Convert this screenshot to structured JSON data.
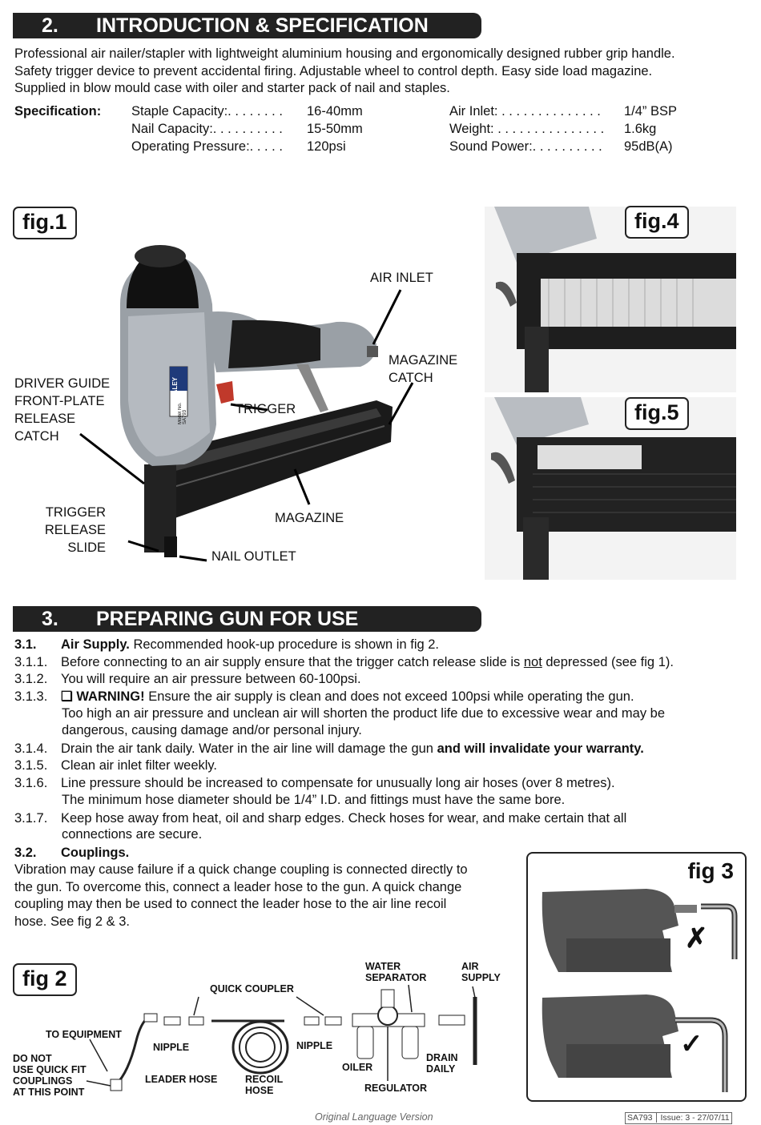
{
  "section2": {
    "number": "2.",
    "title": "INTRODUCTION & SPECIFICATION",
    "intro": [
      "Professional air nailer/stapler with lightweight aluminium housing and ergonomically designed rubber grip handle.",
      "Safety trigger device to prevent accidental firing. Adjustable wheel to control depth. Easy side load magazine.",
      "Supplied in blow mould case with oiler and starter pack of nail and staples."
    ],
    "spec_label": "Specification:",
    "specs_left": [
      {
        "label": "Staple Capacity:. . . . . . . .",
        "value": "16-40mm"
      },
      {
        "label": "Nail Capacity:. . . . . . . . . .",
        "value": "15-50mm"
      },
      {
        "label": "Operating Pressure:. . . . .",
        "value": "120psi"
      }
    ],
    "specs_right": [
      {
        "label": "Air Inlet:  . . . . . . . . . . . . . .",
        "value": "1/4” BSP"
      },
      {
        "label": "Weight: . . . . . . . . . . . . . . .",
        "value": "1.6kg"
      },
      {
        "label": "Sound Power:. . . . . . . . . .",
        "value": "95dB(A)"
      }
    ]
  },
  "fig1": {
    "label": "fig.1",
    "callouts": {
      "air_inlet": "AIR INLET",
      "magazine_catch": [
        "MAGAZINE",
        "CATCH"
      ],
      "driver_guide": [
        "DRIVER GUIDE",
        "FRONT-PLATE",
        "RELEASE",
        "CATCH"
      ],
      "trigger": "TRIGGER",
      "trigger_release": [
        "TRIGGER",
        "RELEASE",
        "SLIDE"
      ],
      "magazine": "MAGAZINE",
      "nail_outlet": "NAIL OUTLET"
    },
    "brand_text": "SEALEY",
    "model_text": "Model No. SA793"
  },
  "fig4": {
    "label": "fig.4"
  },
  "fig5": {
    "label": "fig.5"
  },
  "section3": {
    "number": "3.",
    "title": "PREPARING GUN  FOR USE",
    "steps": [
      {
        "n": "3.1.",
        "bold": "Air Supply.",
        "text": " Recommended hook-up procedure is shown in fig 2."
      },
      {
        "n": "3.1.1.",
        "pre": "Before connecting to an air supply ensure that the trigger catch release slide is ",
        "u": "not",
        "post": " depressed (see fig 1)."
      },
      {
        "n": "3.1.2.",
        "text": "You will require an air pressure between 60-100psi."
      },
      {
        "n": "3.1.3.",
        "warn_icon": "❏",
        "bold": "WARNING!",
        "text": " Ensure the air supply is clean and does not exceed 100psi while operating the gun."
      },
      {
        "cont": "Too high an air pressure and unclean air will shorten the product life due to excessive wear and may be"
      },
      {
        "cont": "dangerous, causing damage and/or personal injury."
      },
      {
        "n": "3.1.4.",
        "text": "Drain the air tank daily. Water in the air line will damage the gun ",
        "bold_after": "and will invalidate your warranty."
      },
      {
        "n": "3.1.5.",
        "text": "Clean air inlet filter weekly."
      },
      {
        "n": "3.1.6.",
        "text": "Line pressure should be increased to compensate for unusually long air hoses (over 8 metres)."
      },
      {
        "cont": "The minimum hose diameter should be 1/4” I.D. and fittings must have the same bore."
      },
      {
        "n": "3.1.7.",
        "text": "Keep hose away from heat, oil and sharp edges. Check hoses for wear, and make certain that all"
      },
      {
        "cont": "connections are secure."
      },
      {
        "n": "3.2.",
        "bold": "Couplings."
      }
    ],
    "couplings_text": [
      "Vibration may cause failure if a quick change coupling is connected directly to",
      "the gun. To overcome this, connect a leader hose to the gun. A quick change",
      "coupling may then be used to connect the leader hose to the air line recoil",
      "hose. See fig 2 & 3."
    ]
  },
  "fig2": {
    "label": "fig 2",
    "labels": {
      "to_equipment": "TO EQUIPMENT",
      "do_not": [
        "DO NOT",
        "USE QUICK FIT",
        "COUPLINGS",
        "AT THIS POINT"
      ],
      "leader_hose": "LEADER HOSE",
      "nipple_left": "NIPPLE",
      "quick_coupler": "QUICK COUPLER",
      "recoil_hose": [
        "RECOIL",
        "HOSE"
      ],
      "nipple_right": "NIPPLE",
      "water_separator": [
        "WATER",
        "SEPARATOR"
      ],
      "oiler": "OILER",
      "regulator": "REGULATOR",
      "drain_daily": [
        "DRAIN",
        "DAILY"
      ],
      "air_supply": [
        "AIR",
        "SUPPLY"
      ]
    }
  },
  "fig3": {
    "label": "fig 3",
    "cross": "✗",
    "tick": "✓"
  },
  "footer": {
    "language": "Original Language Version",
    "model": "SA793",
    "issue": "Issue: 3 - 27/07/11"
  }
}
